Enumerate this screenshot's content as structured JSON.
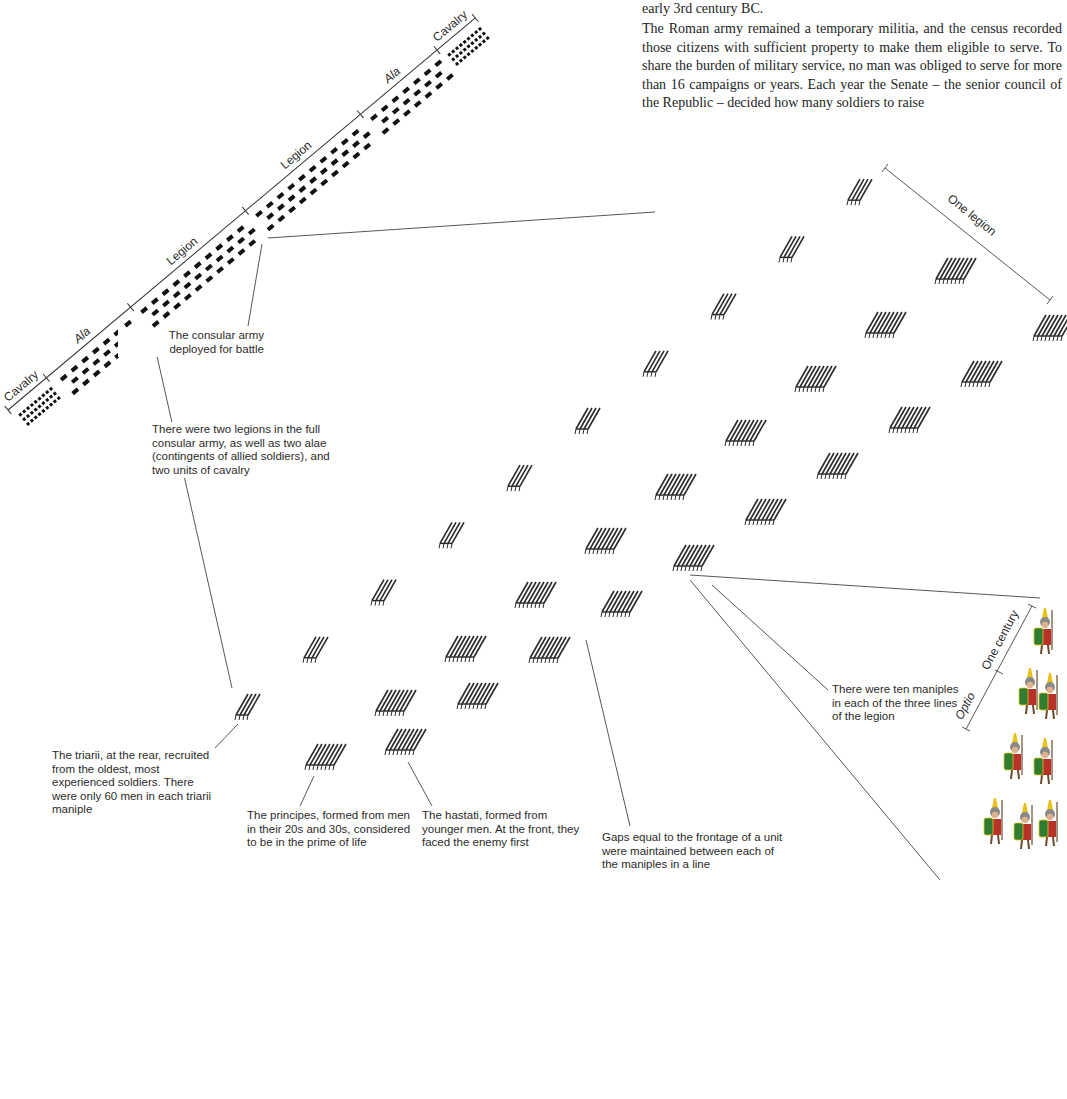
{
  "diagram": {
    "labels": [
      "early 3rd century BC.",
      "The Roman army remained a temporary militia, and the census recorded those citizens with sufficient property to make them eligible to serve. To share the burden of military service, no man was obliged to serve for more than 16 campaigns or years. Each year the Senate – the senior council of the Republic – decided how many soldiers to raise",
      "The consular army deployed for battle",
      "Cavalry",
      "Ala",
      "Legion",
      "Legion",
      "Ala",
      "Cavalry",
      "One legion",
      "There were two legions in the full consular army, as well as two alae (contingents of allied soldiers), and two units of cavalry",
      "There were ten maniples in each of the three lines of the legion",
      "One century",
      "Optio",
      "Gaps equal to the frontage of a unit were maintained between each of the maniples in a line",
      "The triarii, at the rear, recruited from the oldest, most experienced soldiers. There were only 60 men in each triarii maniple",
      "The principes, formed from men in their 20s and 30s, considered to be in the prime of life",
      "The hastati, formed from younger men. At the front, they faced the enemy first"
    ]
  }
}
